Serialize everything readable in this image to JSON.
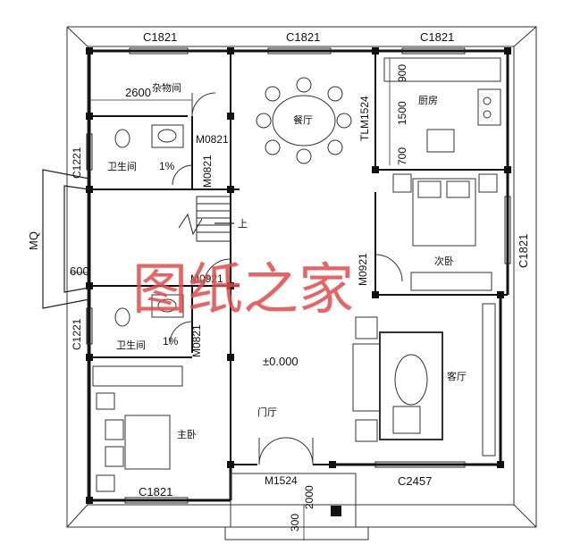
{
  "colors": {
    "wall": "#111111",
    "line": "#222222",
    "watermark": "#e24a4a",
    "background": "#ffffff"
  },
  "labels": {
    "window_top_left": "C1821",
    "window_top_mid": "C1821",
    "window_top_right": "C1821",
    "window_right": "C1821",
    "window_bottom_left": "C1821",
    "window_bottom_right": "C2457",
    "window_left_upper": "C1221",
    "window_left_lower": "C1221",
    "bay_window": "MQ",
    "dim_600": "600",
    "dim_2600": "2600",
    "dim_900": "900",
    "dim_1500": "1500",
    "dim_700": "700",
    "dim_300": "300",
    "dim_2000": "2000",
    "door_m0821_a": "M0821",
    "door_m0821_b": "M0821",
    "door_m0821_c": "M0821",
    "door_m0921_a": "M0921",
    "door_m0921_b": "M0921",
    "door_tlm": "TLM1524",
    "door_main": "M1524",
    "slope_1": "1%",
    "slope_2": "1%",
    "elevation": "±0.000",
    "stair_up": "上"
  },
  "rooms": {
    "storage": "杂物间",
    "dining": "餐厅",
    "kitchen": "厨房",
    "bath_upper": "卫生间",
    "bath_lower": "卫生间",
    "second_bedroom": "次卧",
    "living": "客厅",
    "entry_hall": "门厅",
    "master_bedroom": "主卧"
  },
  "watermark": "图纸之家"
}
